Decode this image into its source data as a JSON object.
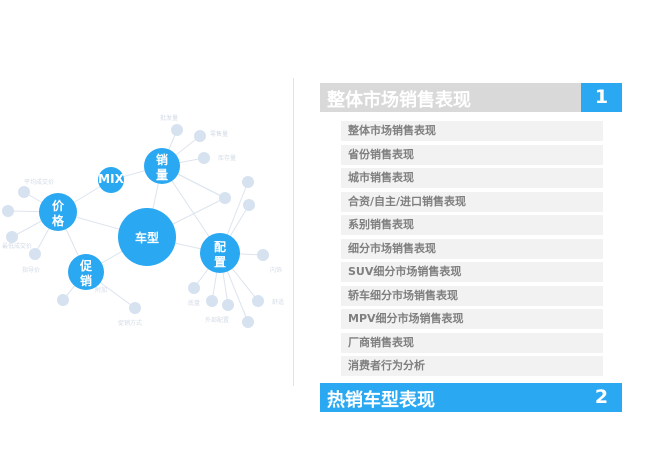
{
  "mindmap": {
    "center": "车型",
    "main_nodes": [
      {
        "lines": [
          "销",
          "量"
        ]
      },
      {
        "lines": [
          "MIX"
        ]
      },
      {
        "lines": [
          "价",
          "格"
        ]
      },
      {
        "lines": [
          "促",
          "销"
        ]
      },
      {
        "lines": [
          "配",
          "置"
        ]
      }
    ],
    "faint_labels": [
      "批发量",
      "零售量",
      "库存量",
      "平均成交价",
      "最低成交价",
      "指导价",
      "附加",
      "促销方式",
      "内饰",
      "底盘",
      "外部配置",
      "舒适"
    ],
    "colors": {
      "main": "#2aa8f2",
      "leaf": "#d6e2f0",
      "link": "#dde4ee"
    }
  },
  "sections": [
    {
      "title": "整体市场销售表现",
      "number": "1"
    },
    {
      "title": "热销车型表现",
      "number": "2"
    }
  ],
  "items": [
    "整体市场销售表现",
    "省份销售表现",
    "城市销售表现",
    "合资/自主/进口销售表现",
    "系别销售表现",
    "细分市场销售表现",
    "SUV细分市场销售表现",
    "轿车细分市场销售表现",
    "MPV细分市场销售表现",
    "厂商销售表现",
    "消费者行为分析"
  ]
}
